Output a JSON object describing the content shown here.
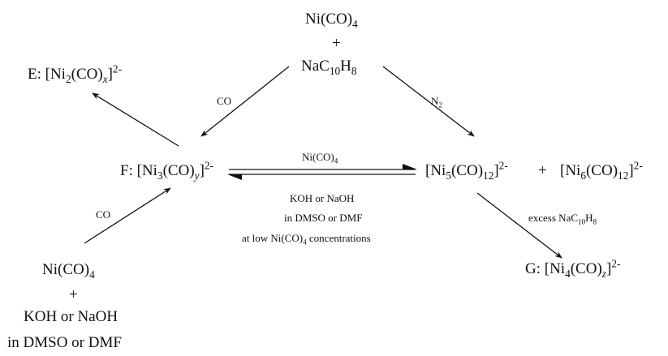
{
  "top_reagents": {
    "line1": {
      "main": "Ni(CO)",
      "sub": "4"
    },
    "plus": "+",
    "line2": {
      "main": "NaC",
      "sub1": "10",
      "mid": "H",
      "sub2": "8"
    }
  },
  "compound_E": {
    "prefix": "E: [Ni",
    "sub": "2",
    "mid": "(CO)",
    "sub2": "x",
    "close": "]",
    "charge": "2-"
  },
  "compound_F": {
    "prefix": "F: [Ni",
    "sub": "3",
    "mid": "(CO)",
    "sub2": "y",
    "close": "]",
    "charge": "2-"
  },
  "compound_Ni5": {
    "prefix": "[Ni",
    "sub": "5",
    "mid": "(CO)",
    "sub2": "12",
    "close": "]",
    "charge": "2-"
  },
  "plus_mid": "+",
  "compound_Ni6": {
    "prefix": "[Ni",
    "sub": "6",
    "mid": "(CO)",
    "sub2": "12",
    "close": "]",
    "charge": "2-"
  },
  "compound_G": {
    "prefix": "G: [Ni",
    "sub": "4",
    "mid": "(CO)",
    "sub2": "z",
    "close": "]",
    "charge": "2-"
  },
  "arrow_labels": {
    "co_top": "CO",
    "n2": {
      "main": "N",
      "sub": "2"
    },
    "co_bottom": "CO",
    "equilibrium_top": {
      "main": "Ni(CO)",
      "sub": "4"
    },
    "equilibrium_bottom": [
      "KOH or NaOH",
      "in DMSO or DMF",
      {
        "pre": "at low Ni(CO)",
        "sub": "4",
        "post": " concentrations"
      }
    ],
    "excess": {
      "pre": "excess NaC",
      "sub1": "10",
      "mid": "H",
      "sub2": "8"
    }
  },
  "bottom_reagents": {
    "line1": {
      "main": "Ni(CO)",
      "sub": "4"
    },
    "plus": "+",
    "line2": "KOH or NaOH",
    "line3": "in DMSO or DMF"
  }
}
